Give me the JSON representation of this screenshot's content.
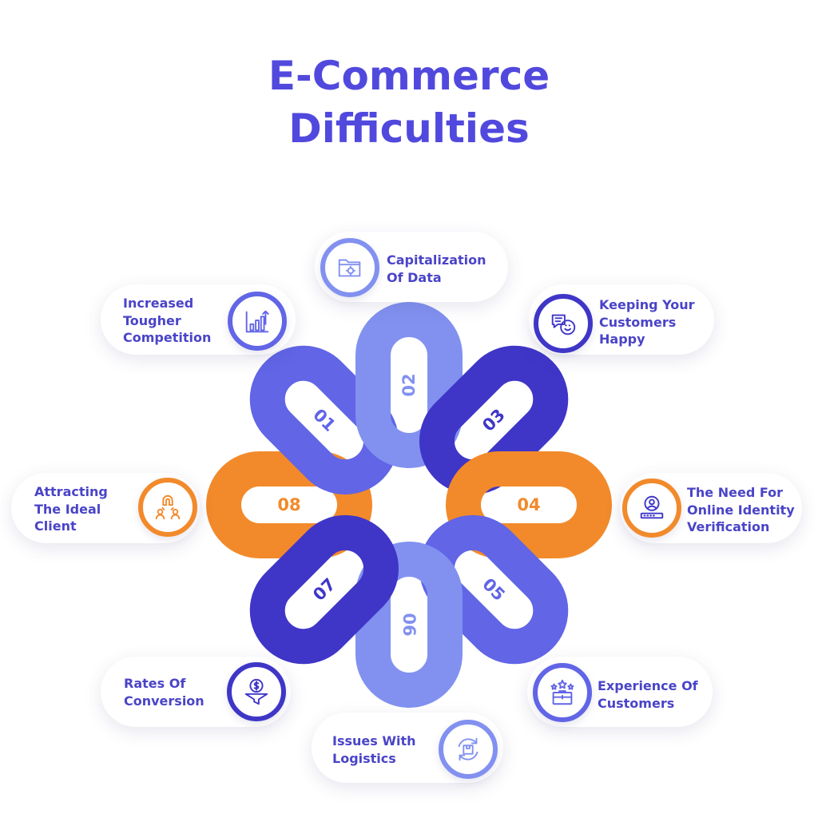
{
  "title": {
    "line1": "E-Commerce",
    "line2": "Difficulties"
  },
  "colors": {
    "title": "#5149dd",
    "text": "#4a44c8",
    "blue_medium": "#6165e6",
    "blue_light": "#8291f0",
    "blue_dark": "#3f36c8",
    "orange": "#f28a2b"
  },
  "items": [
    {
      "number": "01",
      "lines": [
        "Increased",
        "Tougher",
        "Competition"
      ],
      "icon": "bar-chart-icon"
    },
    {
      "number": "02",
      "lines": [
        "Capitalization",
        "Of Data"
      ],
      "icon": "data-folder-icon"
    },
    {
      "number": "03",
      "lines": [
        "Keeping Your",
        "Customers",
        "Happy"
      ],
      "icon": "chat-smile-icon"
    },
    {
      "number": "04",
      "lines": [
        "The Need For",
        "Online Identity",
        "Verification"
      ],
      "icon": "id-verification-icon"
    },
    {
      "number": "05",
      "lines": [
        "Experience Of",
        "Customers"
      ],
      "icon": "rating-stars-icon"
    },
    {
      "number": "06",
      "lines": [
        "Issues With",
        "Logistics"
      ],
      "icon": "logistics-box-icon"
    },
    {
      "number": "07",
      "lines": [
        "Rates Of",
        "Conversion"
      ],
      "icon": "conversion-funnel-icon"
    },
    {
      "number": "08",
      "lines": [
        "Attracting",
        "The Ideal",
        "Client"
      ],
      "icon": "magnet-people-icon"
    }
  ]
}
